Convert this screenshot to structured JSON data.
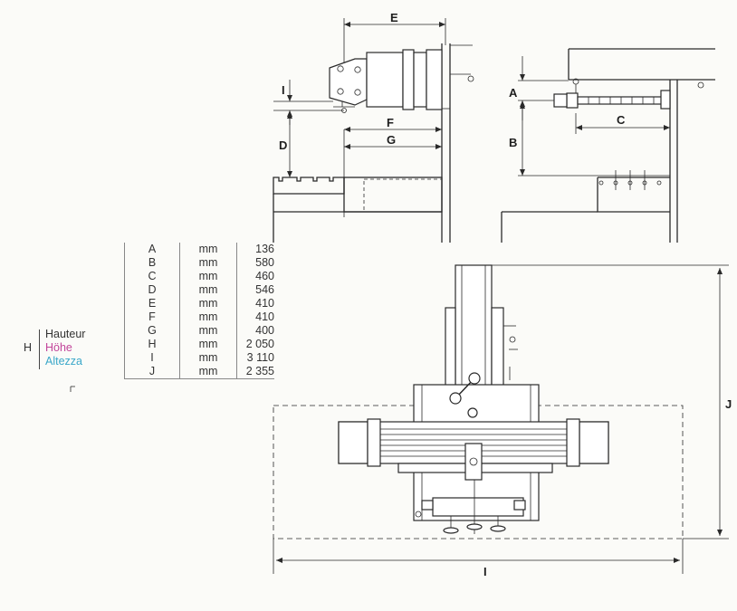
{
  "dimension_table": {
    "rows": [
      {
        "letter": "A",
        "unit": "mm",
        "value": "136"
      },
      {
        "letter": "B",
        "unit": "mm",
        "value": "580"
      },
      {
        "letter": "C",
        "unit": "mm",
        "value": "460"
      },
      {
        "letter": "D",
        "unit": "mm",
        "value": "546"
      },
      {
        "letter": "E",
        "unit": "mm",
        "value": "410"
      },
      {
        "letter": "F",
        "unit": "mm",
        "value": "410"
      },
      {
        "letter": "G",
        "unit": "mm",
        "value": "400"
      },
      {
        "letter": "H",
        "unit": "mm",
        "value": "2 050"
      },
      {
        "letter": "I",
        "unit": "mm",
        "value": "3 110"
      },
      {
        "letter": "J",
        "unit": "mm",
        "value": "2 355"
      }
    ]
  },
  "height_legend": {
    "symbol": "H",
    "labels": [
      {
        "text": "Hauteur",
        "color": "#333333"
      },
      {
        "text": "Höhe",
        "color": "#c2449a"
      },
      {
        "text": "Altezza",
        "color": "#3aa7c9"
      }
    ]
  },
  "diagram_labels": {
    "left_view": {
      "e": "E",
      "i": "I",
      "d": "D",
      "f": "F",
      "g": "G"
    },
    "right_view": {
      "a": "A",
      "b": "B",
      "c": "C"
    },
    "plan_view": {
      "i": "I",
      "j": "J"
    }
  },
  "colors": {
    "line": "#2a2a2a",
    "paper": "#fbfbf8"
  }
}
